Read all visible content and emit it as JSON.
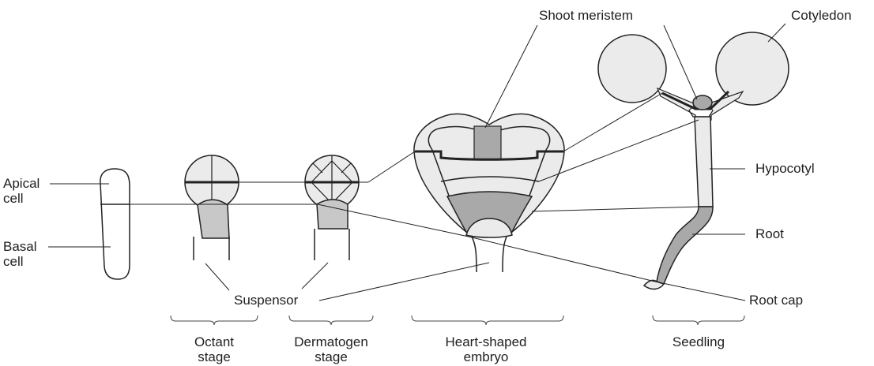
{
  "labels": {
    "apical_line1": "Apical",
    "apical_line2": "cell",
    "basal_line1": "Basal",
    "basal_line2": "cell",
    "suspensor": "Suspensor",
    "shoot_meristem": "Shoot meristem",
    "cotyledon": "Cotyledon",
    "hypocotyl": "Hypocotyl",
    "root": "Root",
    "root_cap": "Root cap"
  },
  "stages": {
    "octant_line1": "Octant",
    "octant_line2": "stage",
    "dermatogen_line1": "Dermatogen",
    "dermatogen_line2": "stage",
    "heart_line1": "Heart-shaped",
    "heart_line2": "embryo",
    "seedling": "Seedling"
  },
  "colors": {
    "fill_light": "#ebebeb",
    "fill_mid": "#c8c8c8",
    "fill_dark": "#a9a9a9",
    "stroke": "#222222"
  }
}
